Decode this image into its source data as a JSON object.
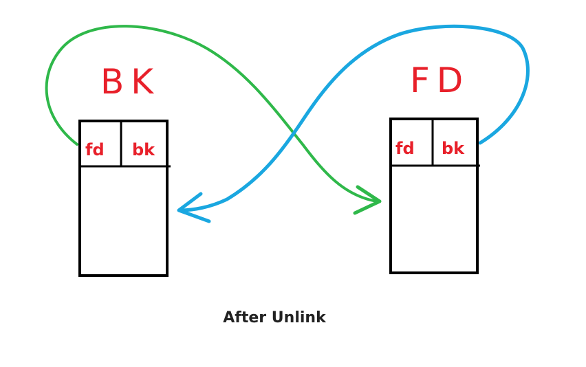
{
  "chunks": {
    "left": {
      "label": "BK",
      "fields": [
        "fd",
        "bk"
      ]
    },
    "right": {
      "label": "FD",
      "fields": [
        "fd",
        "bk"
      ]
    }
  },
  "caption": "After Unlink",
  "colors": {
    "label_text": "#e8202a",
    "green_pointer": "#2fb84a",
    "blue_pointer": "#1aa7e0",
    "box_stroke": "#000000"
  }
}
